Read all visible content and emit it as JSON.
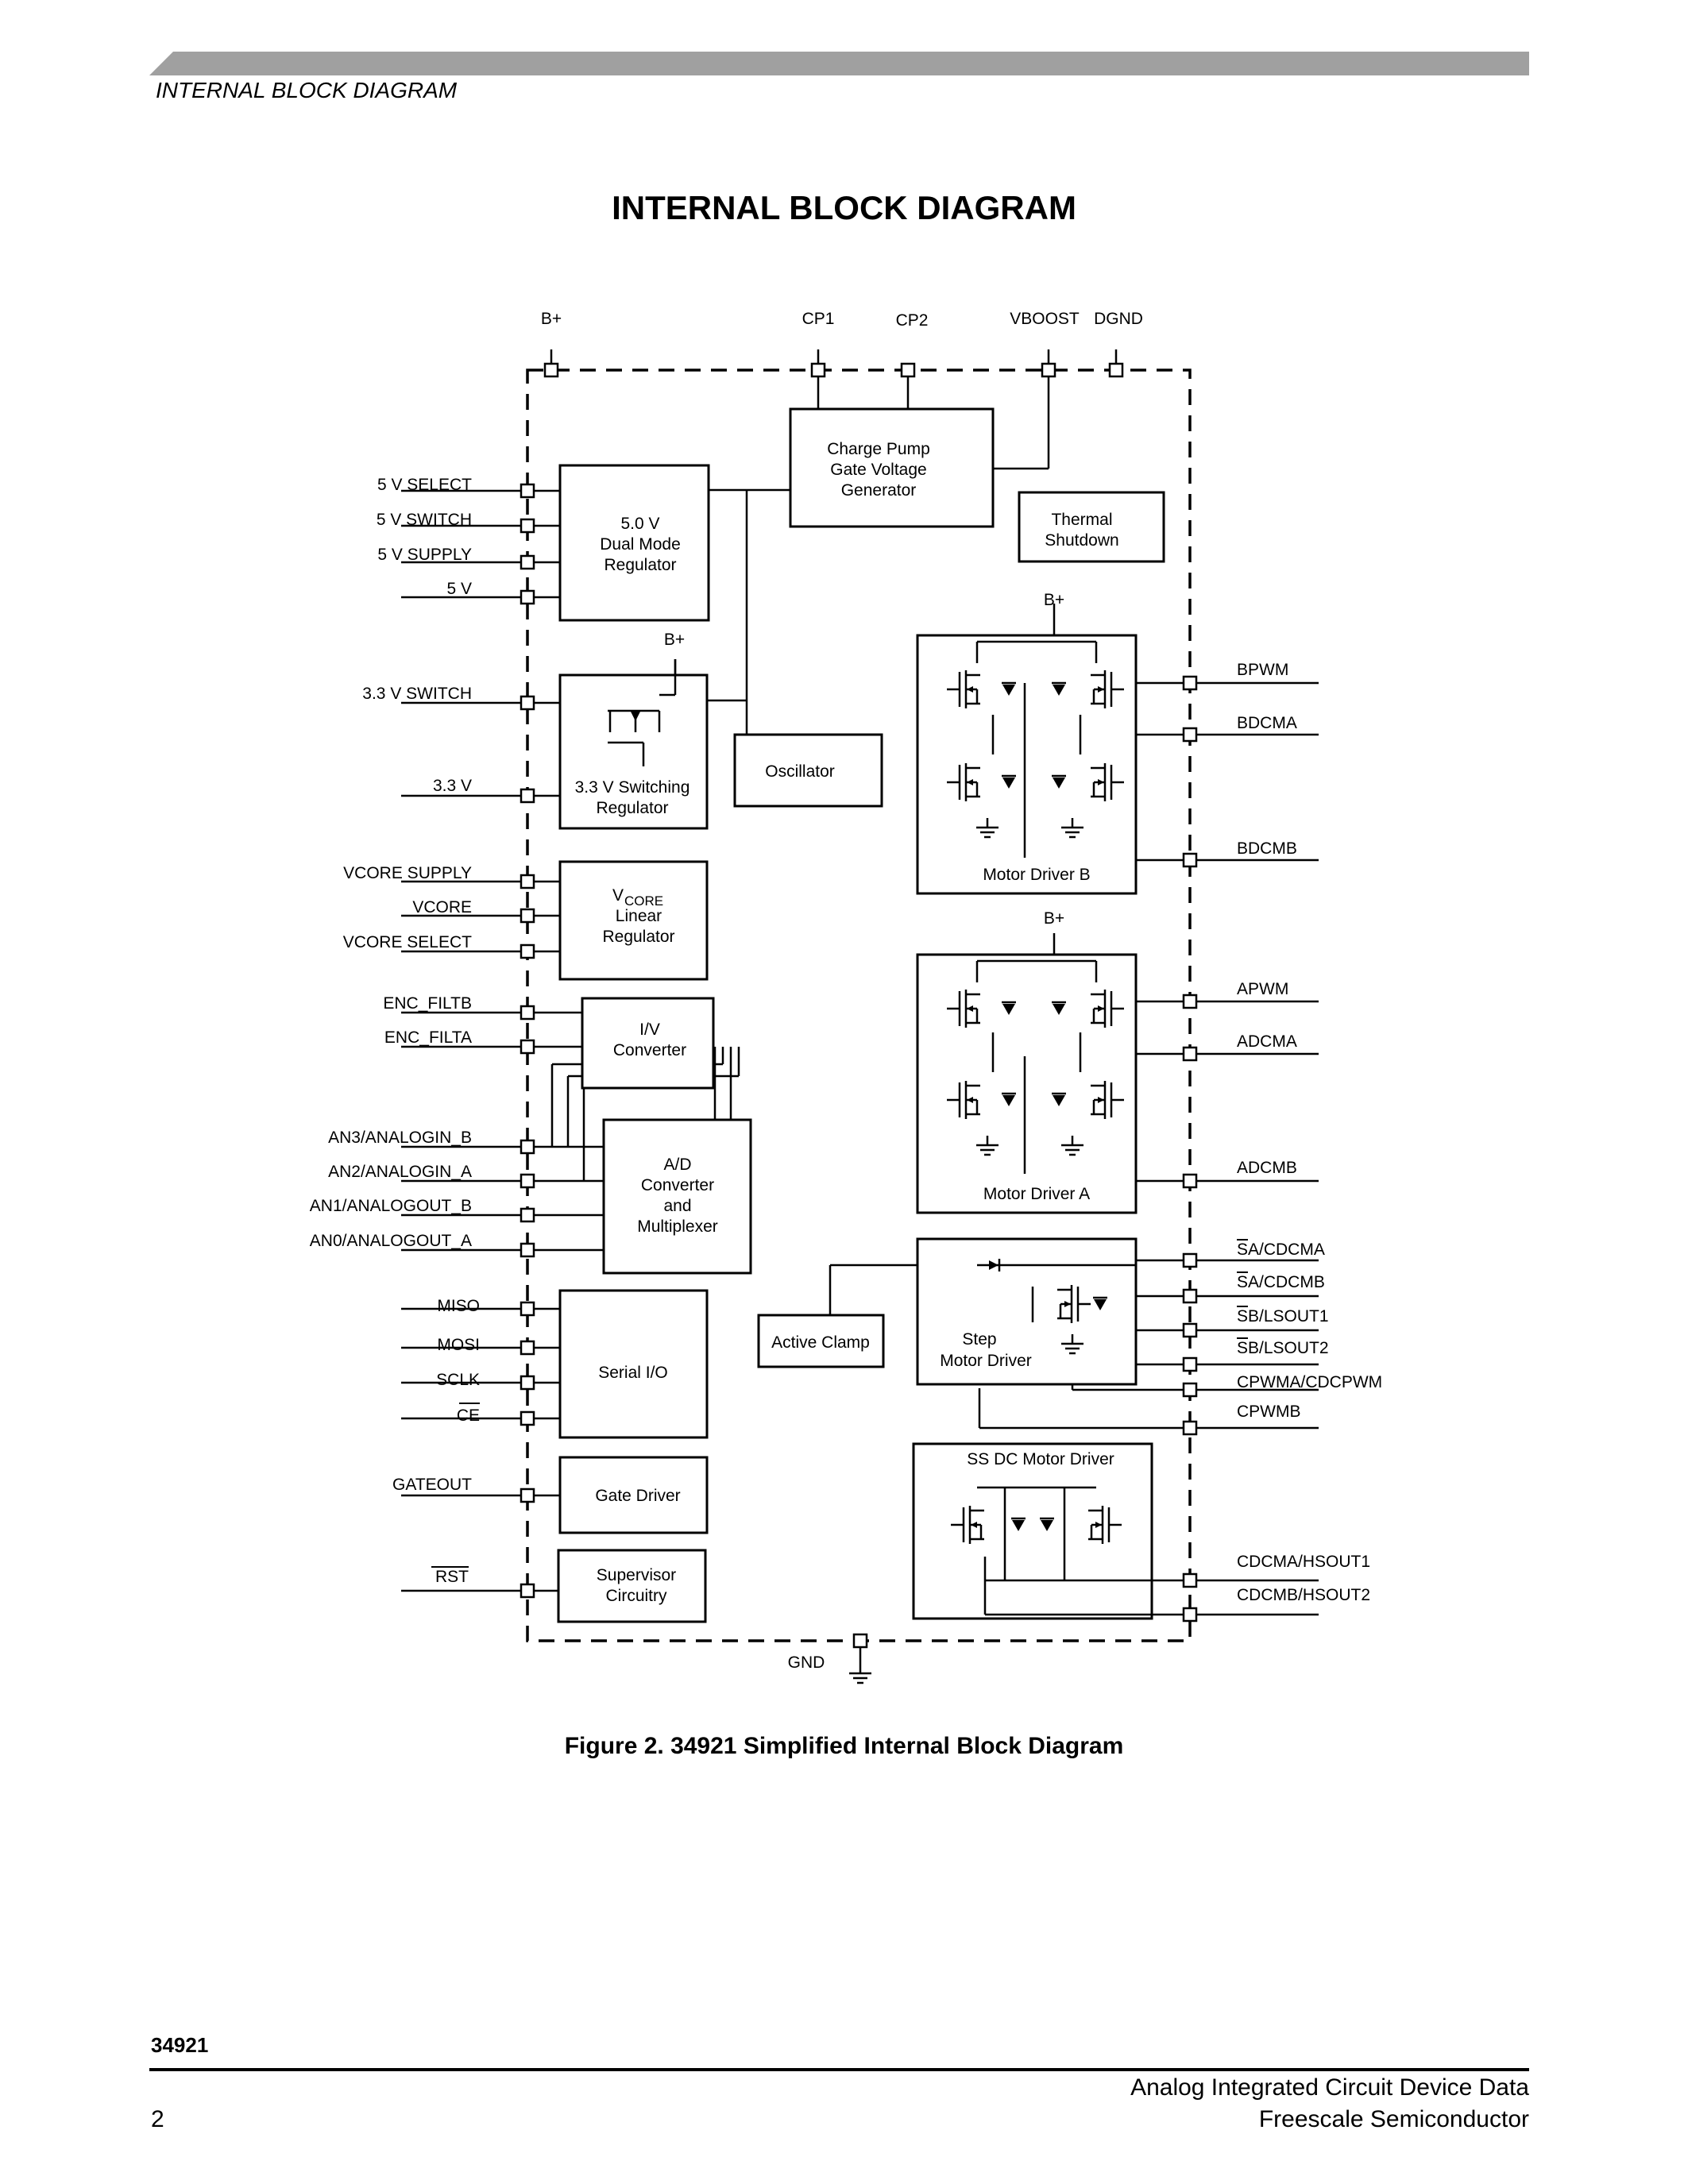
{
  "header": {
    "section_title": "INTERNAL BLOCK DIAGRAM"
  },
  "page_title": "INTERNAL BLOCK DIAGRAM",
  "top_pins": [
    "B+",
    "CP1",
    "CP2",
    "VBOOST",
    "DGND"
  ],
  "left_pins": [
    "5 V SELECT",
    "5 V SWITCH",
    "5 V SUPPLY",
    "5 V",
    "3.3 V SWITCH",
    "3.3 V",
    "VCORE SUPPLY",
    "VCORE",
    "VCORE SELECT",
    "ENC_FILTB",
    "ENC_FILTA",
    "AN3/ANALOGIN_B",
    "AN2/ANALOGIN_A",
    "AN1/ANALOGOUT_B",
    "AN0/ANALOGOUT_A",
    "MISO",
    "MOSI",
    "SCLK",
    "CE",
    "GATEOUT",
    "RST"
  ],
  "right_pins": [
    "BPWM",
    "BDCMA",
    "BDCMB",
    "APWM",
    "ADCMA",
    "ADCMB",
    "SA/CDCMA",
    "SA/CDCMB",
    "SB/LSOUT1",
    "SB/LSOUT2",
    "CPWMA/CDCPWM",
    "CPWMB",
    "CDCMA/HSOUT1",
    "CDCMB/HSOUT2"
  ],
  "bottom_pins": [
    "GND"
  ],
  "blocks": {
    "charge_pump": [
      "Charge Pump",
      "Gate Voltage",
      "Generator"
    ],
    "thermal": [
      "Thermal",
      "Shutdown"
    ],
    "reg5": [
      "5.0 V",
      "Dual Mode",
      "Regulator"
    ],
    "reg33": [
      "3.3 V Switching",
      "Regulator"
    ],
    "oscillator": "Oscillator",
    "vcore": [
      "V",
      "CORE",
      "Linear",
      "Regulator"
    ],
    "iv": [
      "I/V",
      "Converter"
    ],
    "adc": [
      "A/D",
      "Converter",
      "and",
      "Multiplexer"
    ],
    "serial": "Serial I/O",
    "gate": "Gate Driver",
    "supervisor": [
      "Supervisor",
      "Circuitry"
    ],
    "motor_b": "Motor Driver B",
    "motor_a": "Motor Driver A",
    "active_clamp": "Active Clamp",
    "step": [
      "Step",
      "Motor Driver"
    ],
    "ssdc": "SS DC Motor Driver",
    "bplus_b": "B+",
    "bplus_a": "B+",
    "bplus_33": "B+"
  },
  "caption": "Figure 2. 34921 Simplified Internal Block Diagram",
  "footer": {
    "part_number": "34921",
    "page_number": "2",
    "line1": "Analog Integrated Circuit Device Data",
    "line2": "Freescale Semiconductor"
  }
}
